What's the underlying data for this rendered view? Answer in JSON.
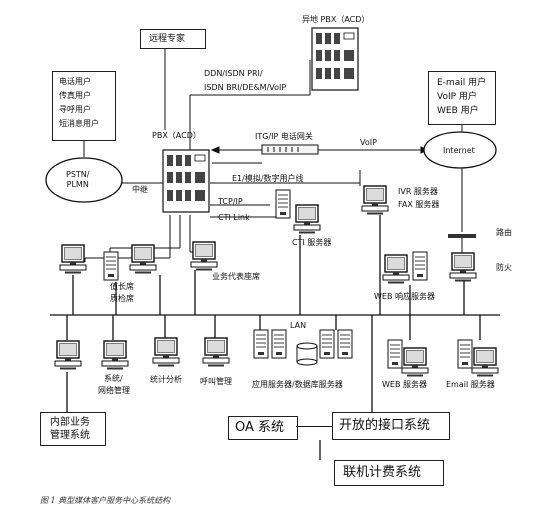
{
  "labels": {
    "remote_expert": "远程专家",
    "remote_pbx": "异地 PBX（ACD）",
    "trunk_types_1": "DDN/ISDN PRI/",
    "trunk_types_2": "ISDN BRI/DE&M/VoIP",
    "user_types": [
      "电话用户",
      "传真用户",
      "寻呼用户",
      "短消息用户"
    ],
    "email_users": [
      "E-mail 用户",
      "VoIP 用户",
      "WEB 用户"
    ],
    "pstn": "PSTN/\nPLMN",
    "pbx_acd": "PBX（ACD）",
    "trunk": "中继",
    "itg_gateway": "ITG/IP 电话网关",
    "voip": "VoIP",
    "internet": "Internet",
    "e1_line": "E1/模拟/数字用户线",
    "tcp_ip": "TCP/IP",
    "cti_link": "CTI Link",
    "cti_server": "CTI 服务器",
    "ivr_server": "IVR 服务器",
    "fax_server": "FAX 服务器",
    "router": "路由",
    "firewall": "防火",
    "web_resp_server": "WEB 响应服务器",
    "agent_console": "业务代表座席",
    "shift_lead": "值长席",
    "qc_console": "质检席",
    "lan": "LAN",
    "system_mgmt_1": "系统/",
    "system_mgmt_2": "网络管理",
    "stats": "统计分析",
    "ops_mgmt": "呼叫管理",
    "app_db_server": "应用服务器/数据库服务器",
    "web_server": "WEB 服务器",
    "email_server": "Email 服务器",
    "internal_biz_1": "内部业务",
    "internal_biz_2": "管理系统",
    "oa_system": "OA 系统",
    "open_interface": "开放的接口系统",
    "billing": "联机计费系统",
    "caption": "图 1  典型媒体客户服务中心系统结构"
  }
}
